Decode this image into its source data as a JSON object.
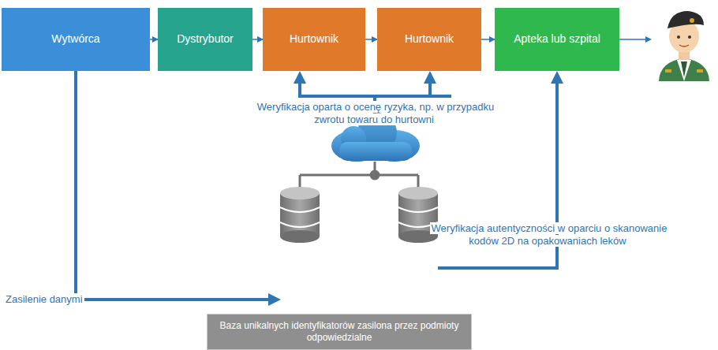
{
  "diagram": {
    "nodes": [
      {
        "text": [
          "Wytwórca"
        ]
      },
      {
        "text": [
          "Dystrybutor"
        ]
      },
      {
        "text": [
          "Hurtownik"
        ]
      },
      {
        "text": [
          "Hurtownik"
        ]
      },
      {
        "text": [
          "Apteka lub szpital"
        ]
      },
      {
        "text": [
          "Baza unikalnych identyfikatorów zasilona przez podmioty odpowiedzialne"
        ]
      }
    ],
    "edges": [
      {
        "from": 0,
        "to": 1,
        "arrow": "to"
      },
      {
        "from": 1,
        "to": 2,
        "arrow": "to"
      },
      {
        "from": 2,
        "to": 3,
        "arrow": "to"
      },
      {
        "from": 3,
        "to": 4,
        "arrow": "to"
      }
    ],
    "labels": [
      "Weryfikacja oparta o ocenę ryzyka, np. w przypadku zwrotu towaru do hurtowni",
      "Weryfikacja autentyczności w oparciu o skanowanie kodów 2D na opakowaniach leków",
      "Zasilenie danymi"
    ]
  }
}
